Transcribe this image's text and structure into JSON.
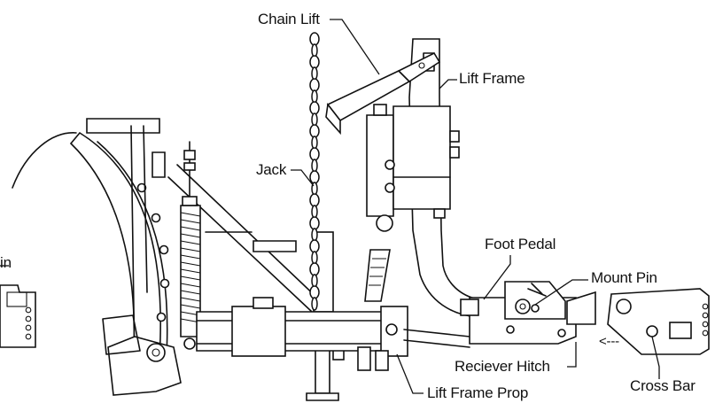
{
  "diagram": {
    "labels": {
      "chain_lift": "Chain Lift",
      "lift_frame": "Lift Frame",
      "jack": "Jack",
      "foot_pedal": "Foot Pedal",
      "mount_pin": "Mount Pin",
      "reciever_hitch": "Reciever Hitch",
      "cross_bar": "Cross Bar",
      "lift_frame_prop": "Lift Frame Prop",
      "partial_left": "in",
      "arrow": "<---"
    }
  }
}
